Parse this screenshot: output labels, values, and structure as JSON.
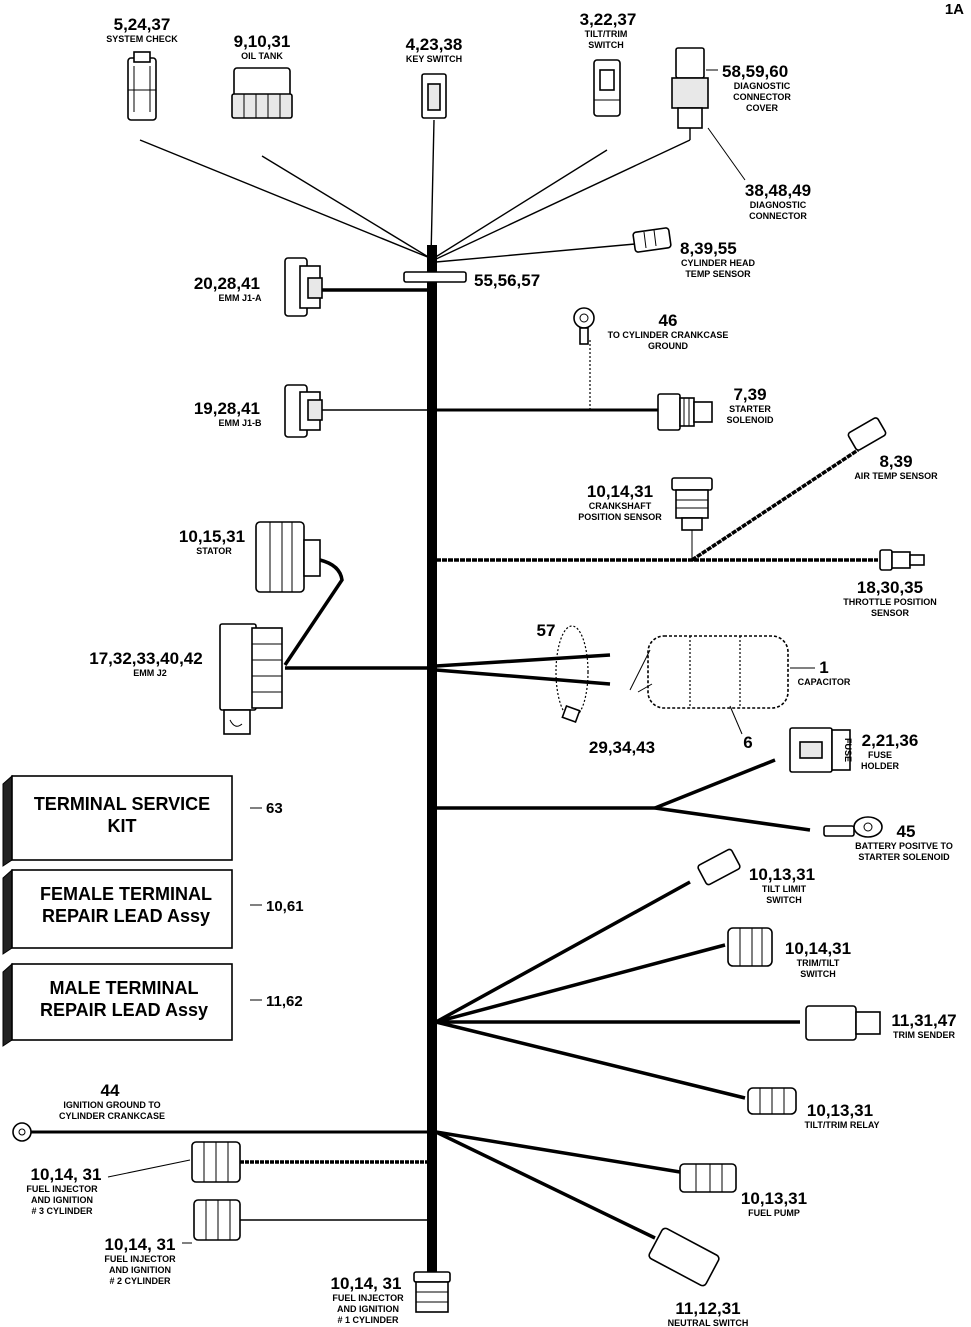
{
  "page_id": "1A",
  "labels": {
    "system_check": {
      "num": "5,24,37",
      "desc": [
        "SYSTEM CHECK"
      ]
    },
    "oil_tank": {
      "num": "9,10,31",
      "desc": [
        "OIL TANK"
      ]
    },
    "key_switch": {
      "num": "4,23,38",
      "desc": [
        "KEY SWITCH"
      ]
    },
    "tilt_trim_switch": {
      "num": "3,22,37",
      "desc": [
        "TILT/TRIM",
        "SWITCH"
      ]
    },
    "diag_cover": {
      "num": "58,59,60",
      "desc": [
        "DIAGNOSTIC",
        "CONNECTOR",
        "COVER"
      ]
    },
    "diag_connector": {
      "num": "38,48,49",
      "desc": [
        "DIAGNOSTIC",
        "CONNECTOR"
      ]
    },
    "cyl_head_temp": {
      "num": "8,39,55",
      "desc": [
        "CYLINDER HEAD",
        "TEMP SENSOR"
      ]
    },
    "emm_j1a": {
      "num": "20,28,41",
      "desc": [
        "EMM J1-A"
      ]
    },
    "clamp_top": {
      "num": "55,56,57",
      "desc": []
    },
    "crankcase_ground": {
      "num": "46",
      "desc": [
        "TO CYLINDER CRANKCASE",
        "GROUND"
      ]
    },
    "emm_j1b": {
      "num": "19,28,41",
      "desc": [
        "EMM J1-B"
      ]
    },
    "starter_solenoid": {
      "num": "7,39",
      "desc": [
        "STARTER",
        "SOLENOID"
      ]
    },
    "air_temp": {
      "num": "8,39",
      "desc": [
        "AIR TEMP SENSOR"
      ]
    },
    "crankshaft": {
      "num": "10,14,31",
      "desc": [
        "CRANKSHAFT",
        "POSITION SENSOR"
      ]
    },
    "stator": {
      "num": "10,15,31",
      "desc": [
        "STATOR"
      ]
    },
    "throttle": {
      "num": "18,30,35",
      "desc": [
        "THROTTLE POSITION",
        "SENSOR"
      ]
    },
    "strap": {
      "num": "57",
      "desc": []
    },
    "emm_j2": {
      "num": "17,32,33,40,42",
      "desc": [
        "EMM J2"
      ]
    },
    "capacitor": {
      "num": "1",
      "desc": [
        "CAPACITOR"
      ]
    },
    "cap_terminals": {
      "num": "29,34,43",
      "desc": []
    },
    "cap_bracket": {
      "num": "6",
      "desc": []
    },
    "fuse_holder": {
      "num": "2,21,36",
      "desc": [
        "FUSE",
        "HOLDER"
      ]
    },
    "fuse_word": "FUSE",
    "battery_positive": {
      "num": "45",
      "desc": [
        "BATTERY POSITVE TO",
        "STARTER SOLENOID"
      ]
    },
    "tilt_limit": {
      "num": "10,13,31",
      "desc": [
        "TILT LIMIT",
        "SWITCH"
      ]
    },
    "trim_tilt_switch": {
      "num": "10,14,31",
      "desc": [
        "TRIM/TILT",
        "SWITCH"
      ]
    },
    "trim_sender": {
      "num": "11,31,47",
      "desc": [
        "TRIM SENDER"
      ]
    },
    "ignition_ground": {
      "num": "44",
      "desc": [
        "IGNITION GROUND TO",
        "CYLINDER CRANKCASE"
      ]
    },
    "tilt_trim_relay": {
      "num": "10,13,31",
      "desc": [
        "TILT/TRIM RELAY"
      ]
    },
    "fuel_inj_3": {
      "num": "10,14, 31",
      "desc": [
        "FUEL INJECTOR",
        "AND IGNITION",
        "# 3 CYLINDER"
      ]
    },
    "fuel_pump": {
      "num": "10,13,31",
      "desc": [
        "FUEL PUMP"
      ]
    },
    "fuel_inj_2": {
      "num": "10,14, 31",
      "desc": [
        "FUEL INJECTOR",
        "AND IGNITION",
        "# 2 CYLINDER"
      ]
    },
    "fuel_inj_1": {
      "num": "10,14, 31",
      "desc": [
        "FUEL INJECTOR",
        "AND IGNITION",
        "# 1 CYLINDER"
      ]
    },
    "neutral_switch": {
      "num": "11,12,31",
      "desc": [
        "NEUTRAL SWITCH"
      ]
    }
  },
  "kits": [
    {
      "lines": [
        "TERMINAL SERVICE",
        "KIT"
      ],
      "ref": "63"
    },
    {
      "lines": [
        "FEMALE TERMINAL",
        "REPAIR LEAD Assy"
      ],
      "ref": "10,61"
    },
    {
      "lines": [
        "MALE TERMINAL",
        "REPAIR LEAD Assy"
      ],
      "ref": "11,62"
    }
  ]
}
